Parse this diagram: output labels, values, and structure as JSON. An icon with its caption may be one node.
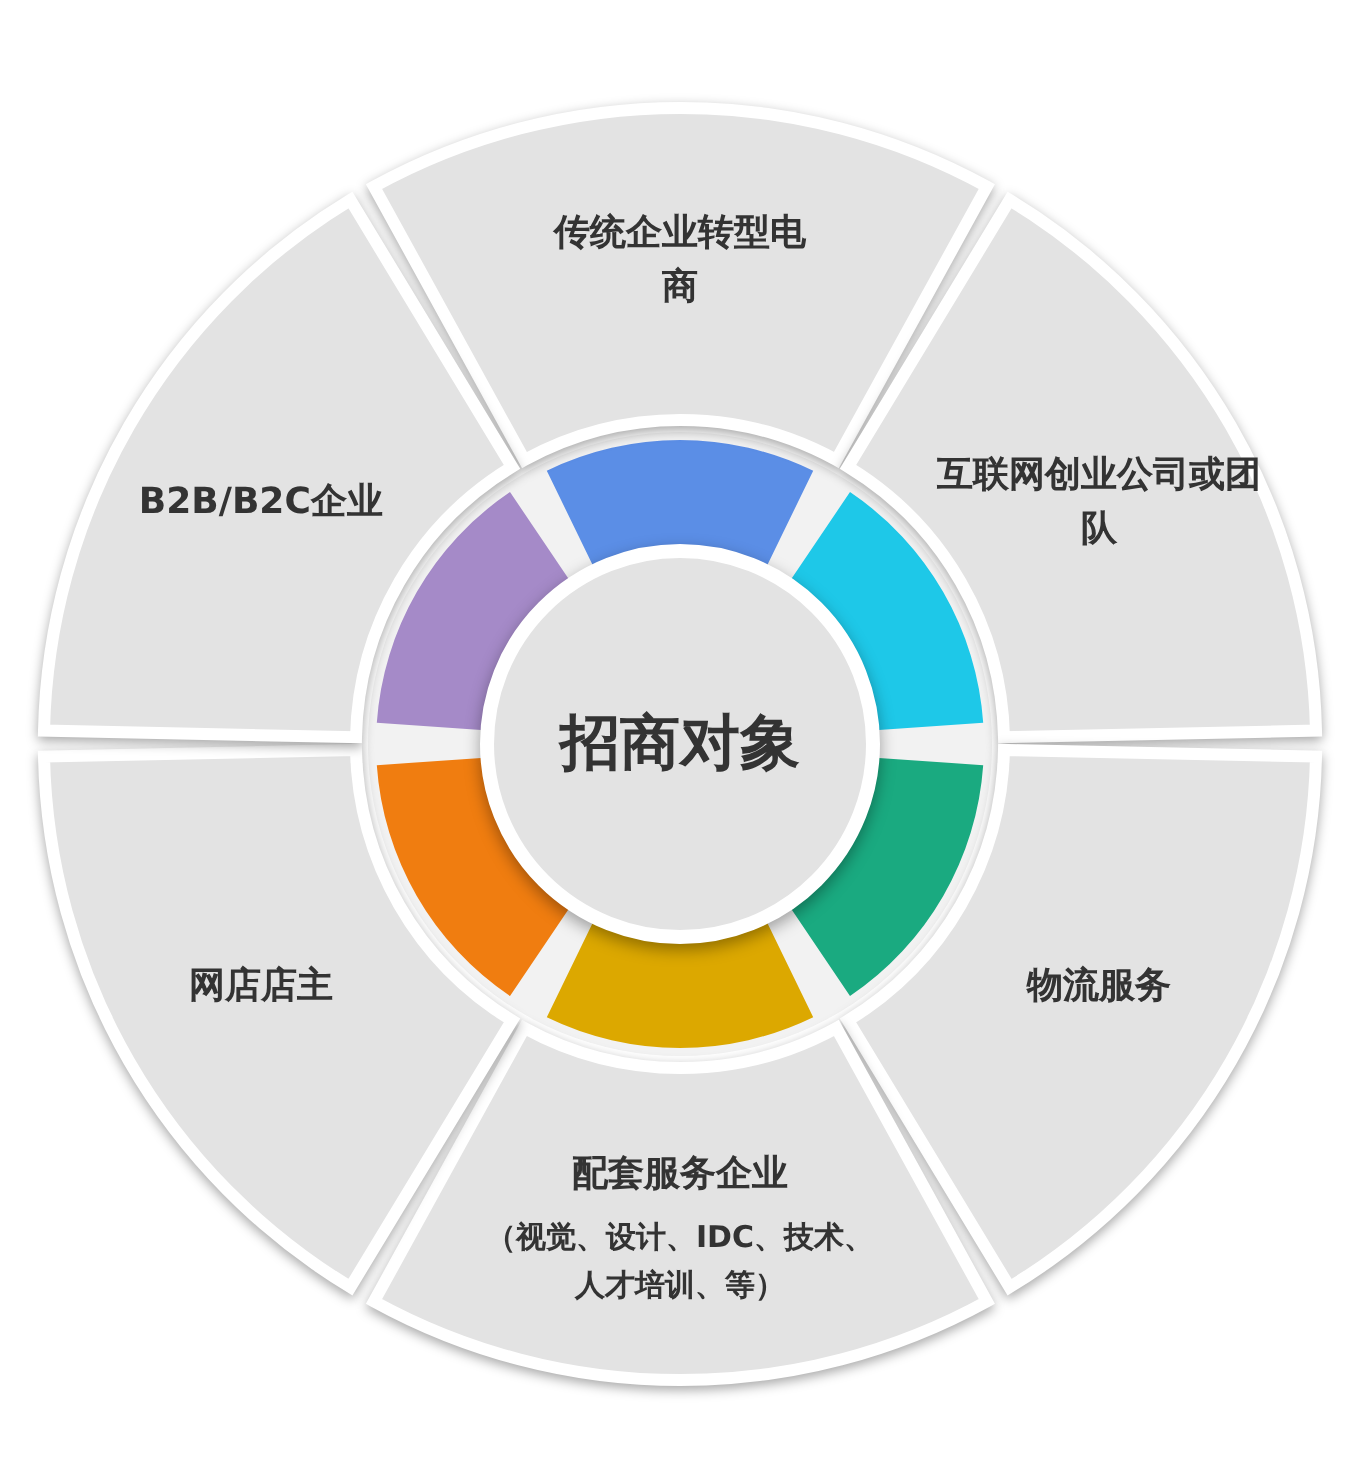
{
  "diagram": {
    "nodes": [
      {
        "text": [
          "传统企业转型电商"
        ]
      },
      {
        "text": [
          "互联网创业公司或团队"
        ]
      },
      {
        "text": [
          "物流服务"
        ]
      },
      {
        "text": [
          "配套服务企业",
          "（视觉、设计、IDC、技术、人才培训、等）"
        ]
      },
      {
        "text": [
          "网店店主"
        ]
      },
      {
        "text": [
          "B2B/B2C企业"
        ]
      },
      {
        "text": [
          "招商对象"
        ]
      }
    ]
  }
}
